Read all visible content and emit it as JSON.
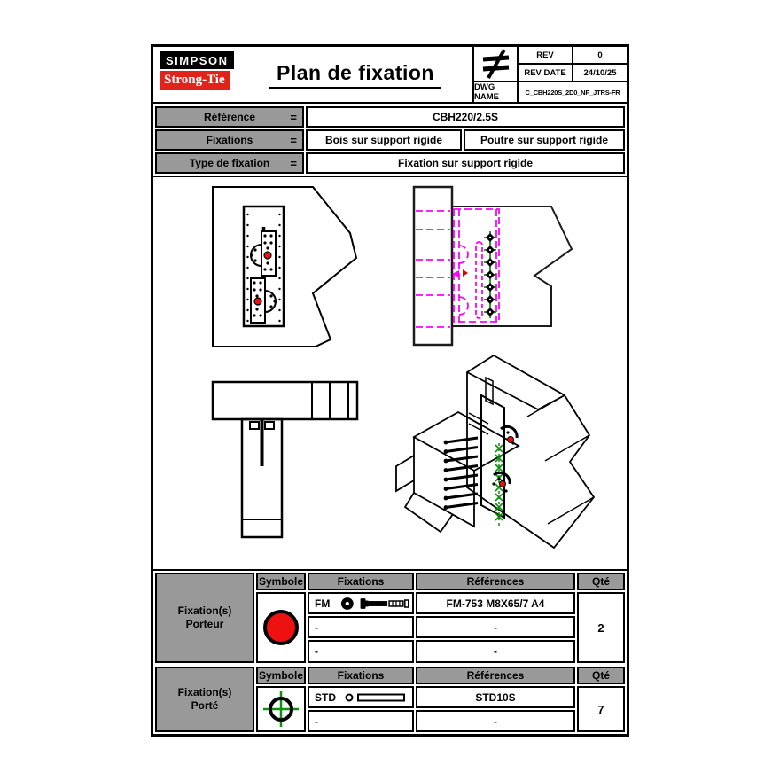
{
  "header": {
    "logo": {
      "top": "SIMPSON",
      "bottom": "Strong-Tie"
    },
    "title": "Plan de fixation",
    "title_block": {
      "rev_label": "REV",
      "rev_value": "0",
      "rev_date_label": "REV DATE",
      "rev_date_value": "24/10/25",
      "dwg_name_label": "DWG NAME",
      "dwg_name_value": "C_CBH220S_2D0_NP_JTRS-FR"
    }
  },
  "reference_table": {
    "rows": [
      {
        "label": "Référence",
        "equals": "=",
        "values": [
          "CBH220/2.5S"
        ]
      },
      {
        "label": "Fixations",
        "equals": "=",
        "values": [
          "Bois sur support rigide",
          "Poutre sur support rigide"
        ]
      },
      {
        "label": "Type de fixation",
        "equals": "=",
        "values": [
          "Fixation sur support rigide"
        ]
      }
    ]
  },
  "drawings": {
    "views": [
      "side-view-fixings",
      "top-view-hidden-lines",
      "cross-section-bolt",
      "isometric-assembly"
    ]
  },
  "fixation_tables": [
    {
      "group_label": [
        "Fixation(s)",
        "Porteur"
      ],
      "headers": [
        "Symbole",
        "Fixations",
        "Références",
        "Qté"
      ],
      "symbol": "red-circle",
      "rows": [
        {
          "code": "FM",
          "icon": "anchor-bolt-icon",
          "reference": "FM-753 M8X65/7 A4"
        },
        {
          "code": "-",
          "icon": "",
          "reference": "-"
        },
        {
          "code": "-",
          "icon": "",
          "reference": "-"
        }
      ],
      "qty": "2"
    },
    {
      "group_label": [
        "Fixation(s)",
        "Porté"
      ],
      "headers": [
        "Symbole",
        "Fixations",
        "Références",
        "Qté"
      ],
      "symbol": "green-crosshair",
      "rows": [
        {
          "code": "STD",
          "icon": "dowel-icon",
          "reference": "STD10S"
        },
        {
          "code": "-",
          "icon": "",
          "reference": "-"
        }
      ],
      "qty": "7"
    }
  ],
  "colors": {
    "brand_red": "#e2231a",
    "symbol_red": "#ee1111",
    "fastener_green": "#0c930c",
    "hidden_magenta": "#ff00ff",
    "label_gray": "#999999"
  }
}
